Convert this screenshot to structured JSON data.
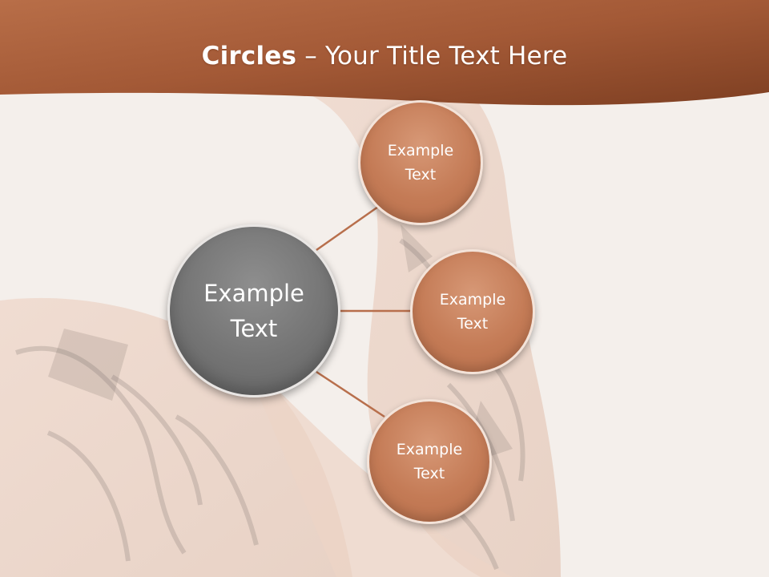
{
  "title": {
    "bold": "Circles",
    "rest": " – Your Title Text Here"
  },
  "colors": {
    "header": "#a55a38",
    "center_circle": "#747474",
    "outer_circle": "#c47b56",
    "connector": "#b86f4c"
  },
  "diagram": {
    "center": {
      "label_line1": "Example",
      "label_line2": "Text"
    },
    "nodes": [
      {
        "label_line1": "Example",
        "label_line2": "Text"
      },
      {
        "label_line1": "Example",
        "label_line2": "Text"
      },
      {
        "label_line1": "Example",
        "label_line2": "Text"
      }
    ]
  }
}
